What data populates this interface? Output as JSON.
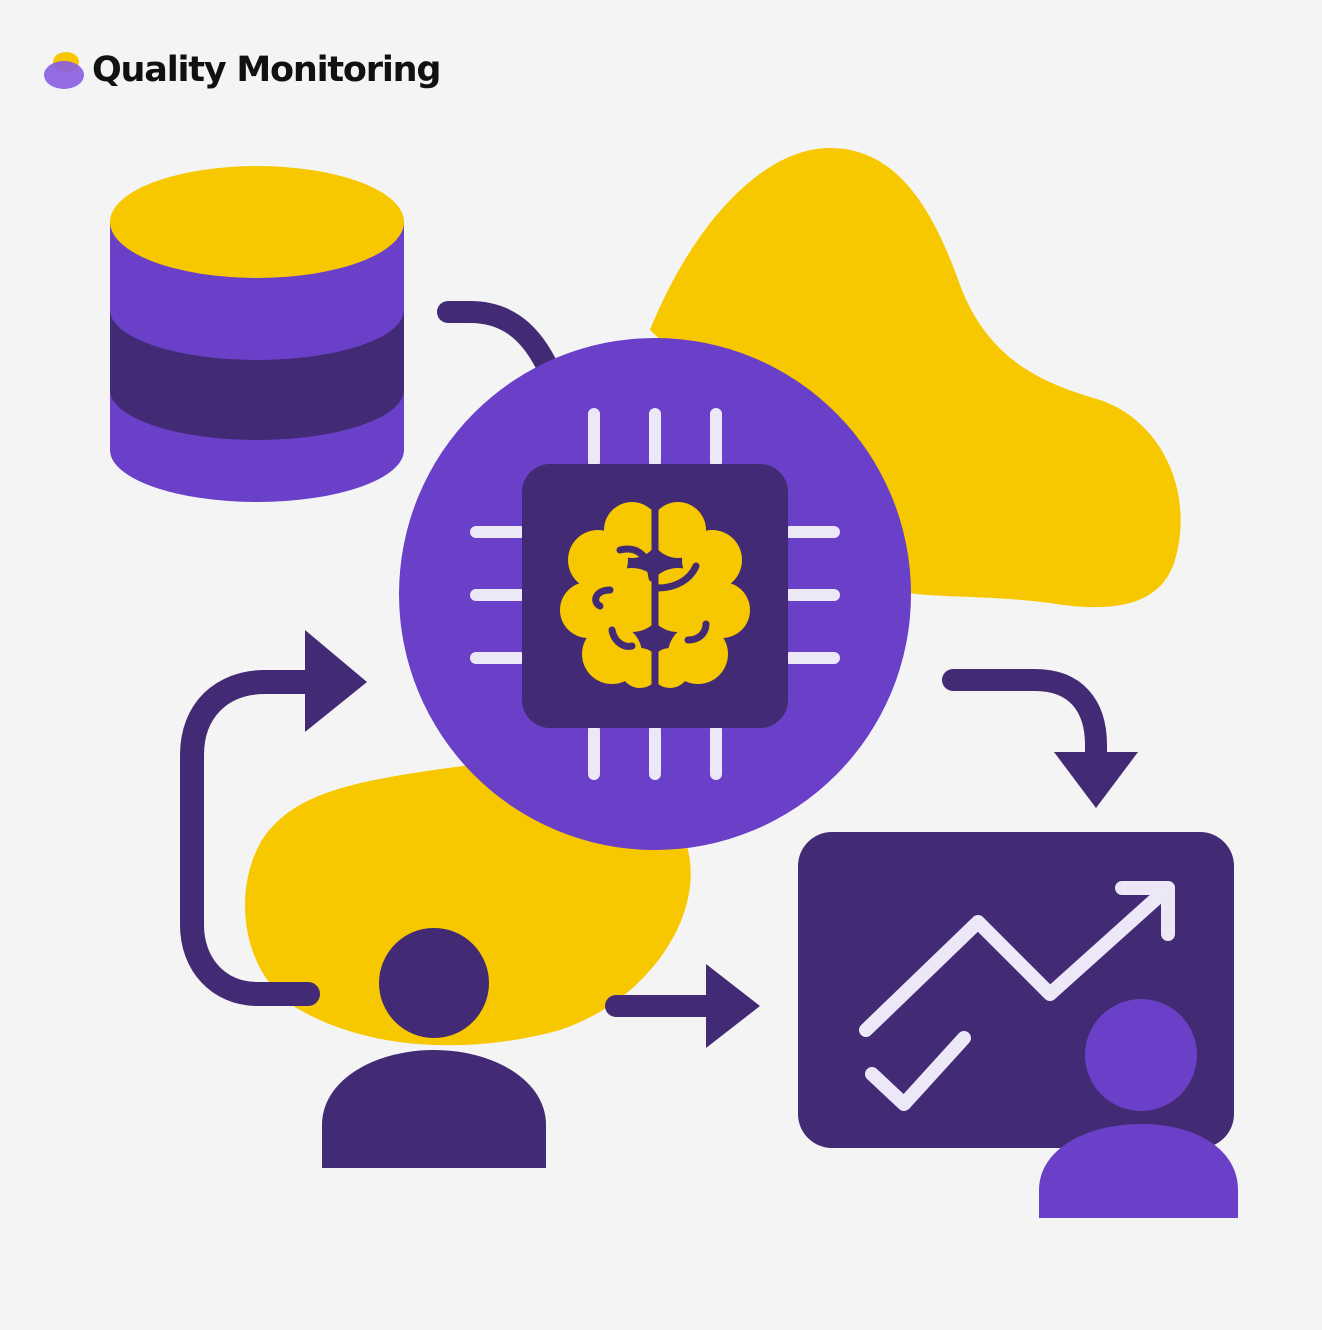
{
  "header": {
    "title": "Quality Monitoring",
    "logo_icon": "overlapping-blobs-logo"
  },
  "palette": {
    "background": "#f4f4f4",
    "purple": "#6a40c8",
    "dark_purple": "#432a74",
    "yellow": "#f7c800",
    "light": "#ece8f8"
  },
  "diagram": {
    "nodes": [
      {
        "id": "database",
        "icon": "database-icon"
      },
      {
        "id": "ai-chip",
        "icon": "ai-chip-brain-icon"
      },
      {
        "id": "user",
        "icon": "user-icon"
      },
      {
        "id": "dashboard",
        "icon": "chart-trend-up-icon"
      },
      {
        "id": "reviewer",
        "icon": "reviewer-avatar-icon"
      }
    ],
    "edges": [
      {
        "from": "database",
        "to": "ai-chip"
      },
      {
        "from": "user",
        "to": "ai-chip"
      },
      {
        "from": "ai-chip",
        "to": "dashboard"
      },
      {
        "from": "user",
        "to": "dashboard"
      }
    ]
  }
}
